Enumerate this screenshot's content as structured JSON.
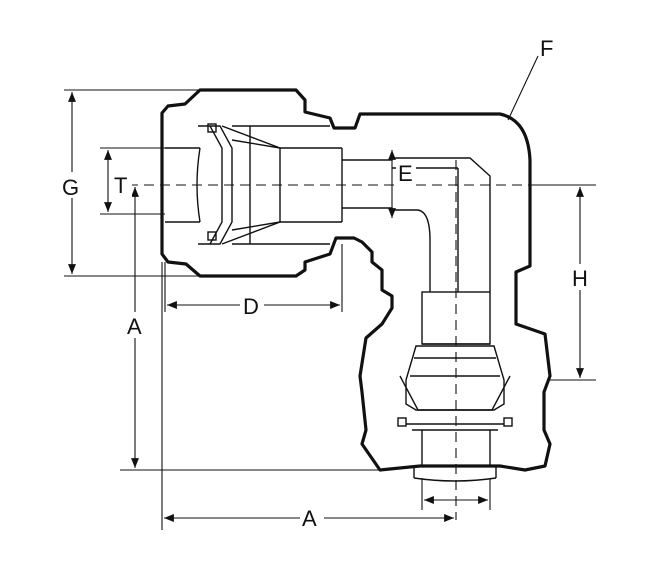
{
  "drawing": {
    "labels": {
      "F": "F",
      "G": "G",
      "T": "T",
      "E": "E",
      "H": "H",
      "D": "D",
      "A_vertical": "A",
      "A_horizontal": "A"
    }
  }
}
